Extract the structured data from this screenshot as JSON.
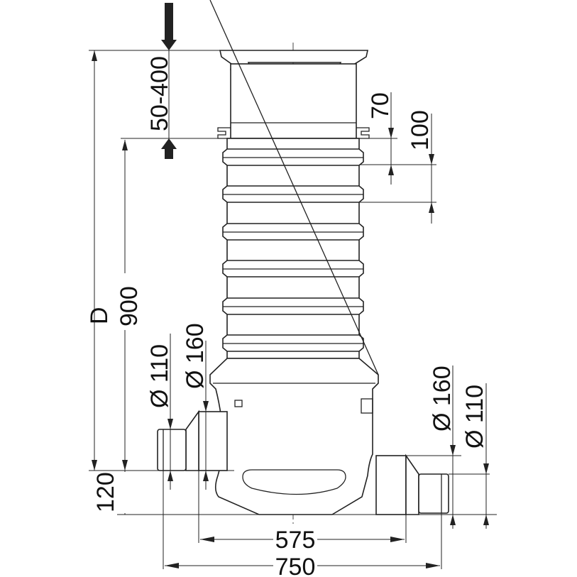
{
  "title": "Inspection chamber dimension drawing",
  "dimensions": {
    "adjustable_height": "50-400",
    "depth": "D",
    "body_height": "900",
    "base_height": "120",
    "rib_spacing_1": "70",
    "rib_spacing_2": "100",
    "inlet_left_small": "Ø 110",
    "inlet_left_large": "Ø 160",
    "outlet_right_large": "Ø 160",
    "outlet_right_small": "Ø 110",
    "width_inner": "575",
    "width_total": "750"
  }
}
